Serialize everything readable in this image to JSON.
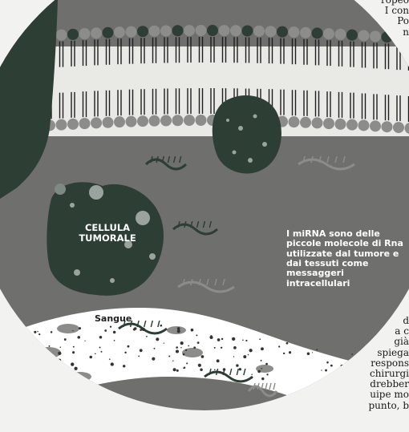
{
  "labels": {
    "tumor_cell": "CELLULA TUMORALE",
    "mirna_note": "I miRNA sono delle piccole molecole di Rna utilizzate dal tumore e dai tessuti come messaggeri intracellulari",
    "blood": "Sangue"
  },
  "magazine_text": {
    "top_fragment": "ropeo\nI con\nPo\nn",
    "bottom_fragment": "d\na c\ngià\nspiega\nrespons\nchirurgi\ndrebber\nuipe mo\npunto, b"
  },
  "colors": {
    "background_cell": "#6f6f6e",
    "dark_mass": "#2d3e35",
    "membrane_head_grey": "#8c8c8a",
    "membrane_head_green": "#2d3e35",
    "tail": "#ffffff",
    "blood_vessel": "#ffffff"
  }
}
